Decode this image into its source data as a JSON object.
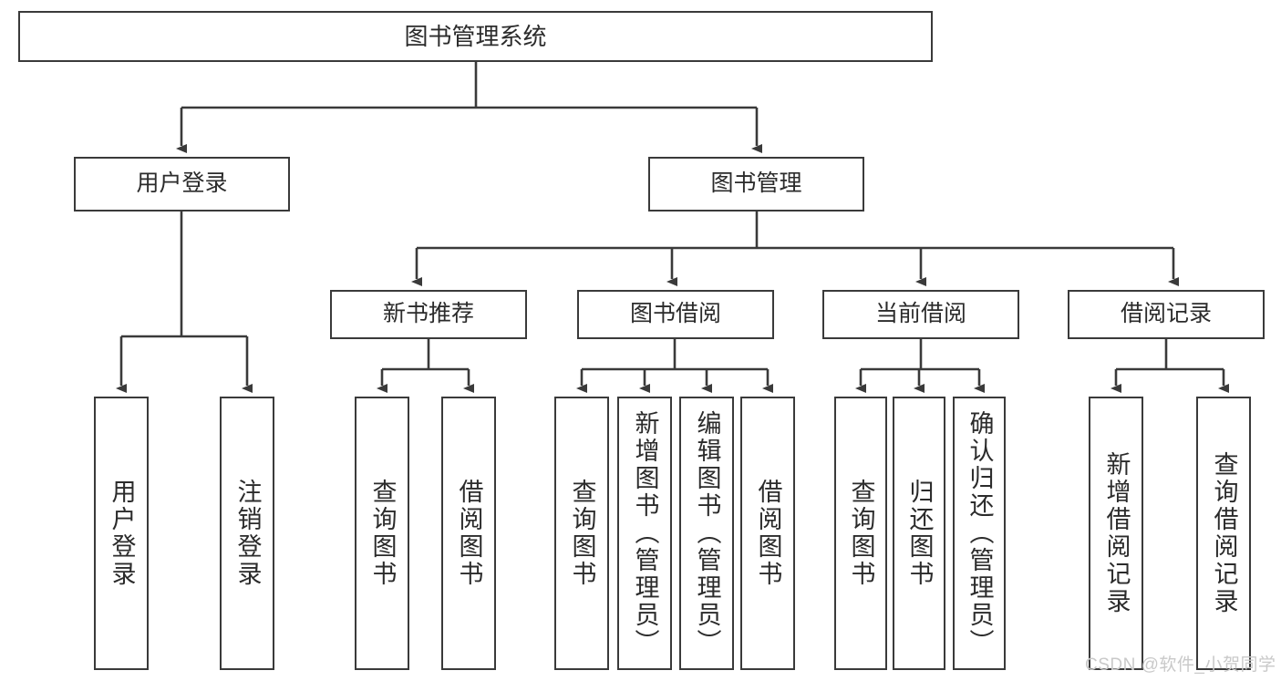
{
  "diagram": {
    "type": "tree-hierarchy",
    "title": "图书管理系统",
    "root": {
      "label": "图书管理系统"
    },
    "level2": [
      {
        "label": "用户登录"
      },
      {
        "label": "图书管理"
      }
    ],
    "level3": [
      {
        "label": "新书推荐"
      },
      {
        "label": "图书借阅"
      },
      {
        "label": "当前借阅"
      },
      {
        "label": "借阅记录"
      }
    ],
    "leaves": {
      "user_login": [
        {
          "label": "用户登录"
        },
        {
          "label": "注销登录"
        }
      ],
      "new_book_recommend": [
        {
          "label": "查询图书"
        },
        {
          "label": "借阅图书"
        }
      ],
      "book_borrow": [
        {
          "label": "查询图书"
        },
        {
          "label": "新增图书（管理员）"
        },
        {
          "label": "编辑图书（管理员）"
        },
        {
          "label": "借阅图书"
        }
      ],
      "current_borrow": [
        {
          "label": "查询图书"
        },
        {
          "label": "归还图书"
        },
        {
          "label": "确认归还（管理员）"
        }
      ],
      "borrow_record": [
        {
          "label": "新增借阅记录"
        },
        {
          "label": "查询借阅记录"
        }
      ]
    },
    "watermark": "CSDN @软件_小贺同学",
    "colors": {
      "box_border": "#3a3a3a",
      "box_fill": "#ffffff",
      "text": "#2b2b2b",
      "connector": "#3a3a3a",
      "watermark": "#c9c9c9",
      "background": "#ffffff"
    }
  }
}
